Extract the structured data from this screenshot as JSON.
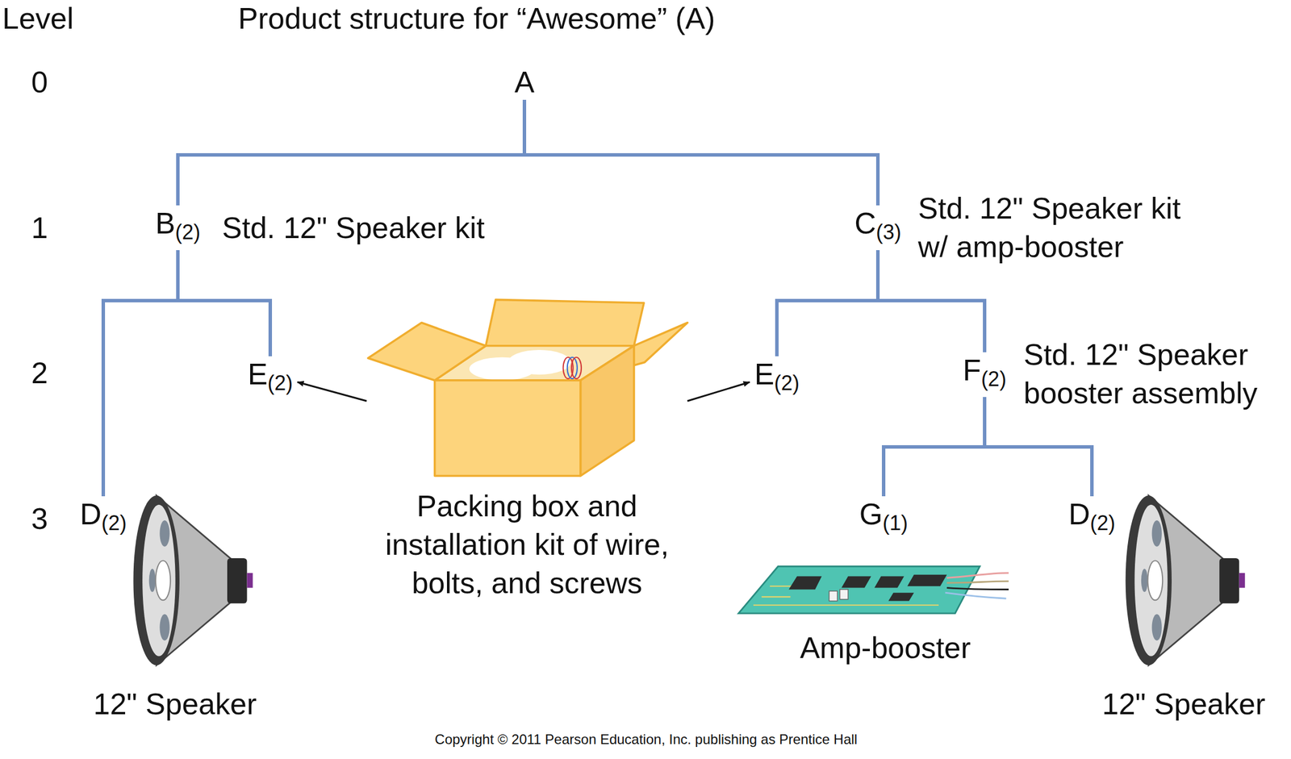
{
  "diagram": {
    "title": "Product structure for “Awesome” (A)",
    "nodes": [
      {
        "text": [
          "A"
        ]
      },
      {
        "text": [
          "B",
          "(2)",
          "Std. 12\" Speaker kit"
        ]
      },
      {
        "text": [
          "C",
          "(3)",
          "Std. 12\" Speaker kit w/ amp-booster"
        ]
      },
      {
        "text": [
          "E",
          "(2)"
        ]
      },
      {
        "text": [
          "Packing box and installation kit of wire, bolts, and screws"
        ]
      },
      {
        "text": [
          "E",
          "(2)"
        ]
      },
      {
        "text": [
          "F",
          "(2)",
          "Std. 12\" Speaker booster assembly"
        ]
      },
      {
        "text": [
          "D",
          "(2)",
          "12\" Speaker"
        ]
      },
      {
        "text": [
          "G",
          "(1)",
          "Amp-booster"
        ]
      },
      {
        "text": [
          "D",
          "(2)",
          "12\" Speaker"
        ]
      }
    ],
    "edges": [
      {
        "from": 0,
        "to": 1,
        "arrow": "none"
      },
      {
        "from": 0,
        "to": 2,
        "arrow": "none"
      },
      {
        "from": 1,
        "to": 3,
        "arrow": "none"
      },
      {
        "from": 1,
        "to": 7,
        "arrow": "none"
      },
      {
        "from": 2,
        "to": 5,
        "arrow": "none"
      },
      {
        "from": 2,
        "to": 6,
        "arrow": "none"
      },
      {
        "from": 6,
        "to": 8,
        "arrow": "none"
      },
      {
        "from": 6,
        "to": 9,
        "arrow": "none"
      },
      {
        "from": 4,
        "to": 3,
        "arrow": "to"
      },
      {
        "from": 4,
        "to": 5,
        "arrow": "to"
      }
    ],
    "labels": [
      "Level",
      "0",
      "1",
      "2",
      "3",
      "Copyright © 2011 Pearson Education, Inc. publishing as Prentice Hall"
    ]
  }
}
